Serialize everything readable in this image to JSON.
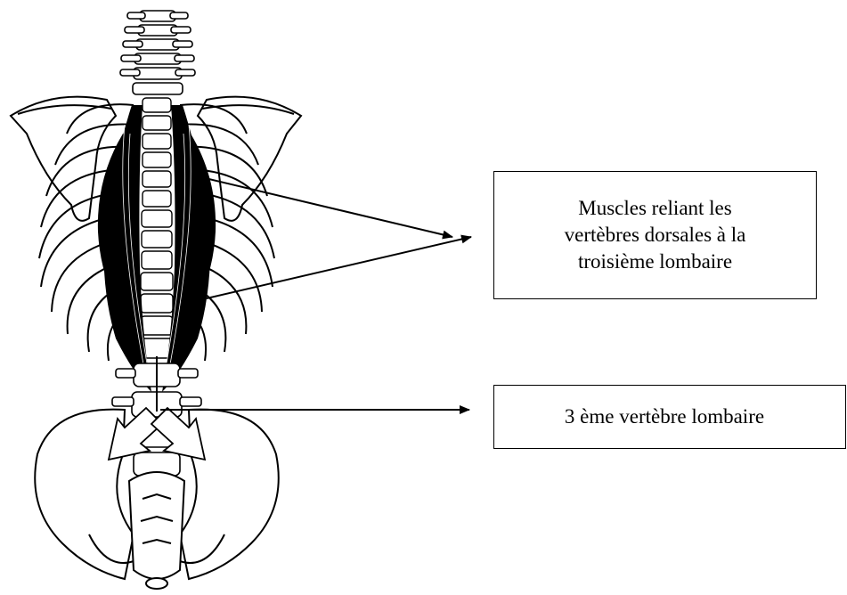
{
  "labels": {
    "muscles_line1": "Muscles reliant les",
    "muscles_line2": "vertèbres dorsales à la",
    "muscles_line3": "troisième lombaire",
    "vertebra": "3 ème vertèbre lombaire"
  }
}
